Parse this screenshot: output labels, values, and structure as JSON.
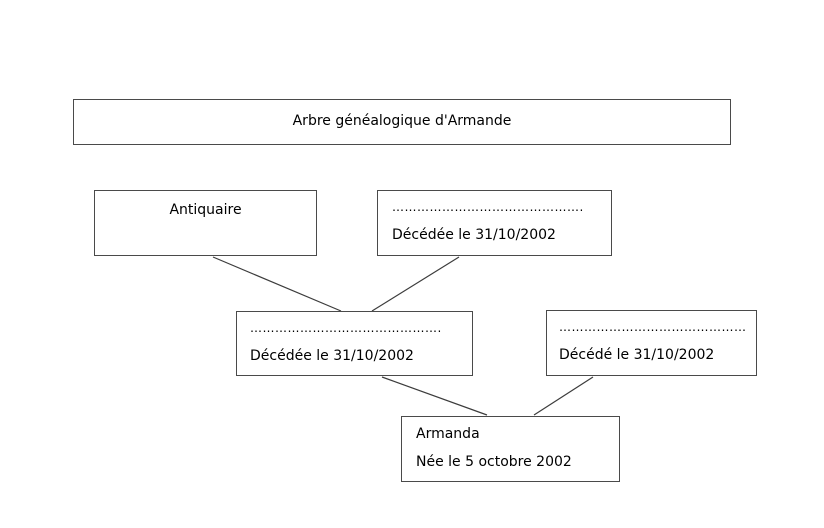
{
  "diagram": {
    "title": "Arbre généalogique d'Armande",
    "nodes": [
      {
        "id": "antiquaire",
        "line1": "Antiquaire",
        "line2": ""
      },
      {
        "id": "grandmother",
        "line1": "……………………………………….",
        "line2": "Décédée le 31/10/2002"
      },
      {
        "id": "mother",
        "line1": "……………………………………….",
        "line2": "Décédée le 31/10/2002"
      },
      {
        "id": "father",
        "line1": "………………………………………",
        "line2": "Décédé le 31/10/2002"
      },
      {
        "id": "armanda",
        "line1": "Armanda",
        "line2": "Née le 5 octobre 2002"
      }
    ],
    "edges": [
      {
        "from": "antiquaire",
        "to": "mother"
      },
      {
        "from": "grandmother",
        "to": "mother"
      },
      {
        "from": "mother",
        "to": "armanda"
      },
      {
        "from": "father",
        "to": "armanda"
      }
    ],
    "colors": {
      "background": "#ffffff",
      "box_border": "#4a4a4a",
      "connector": "#3c3c3c",
      "text": "#000000"
    }
  }
}
